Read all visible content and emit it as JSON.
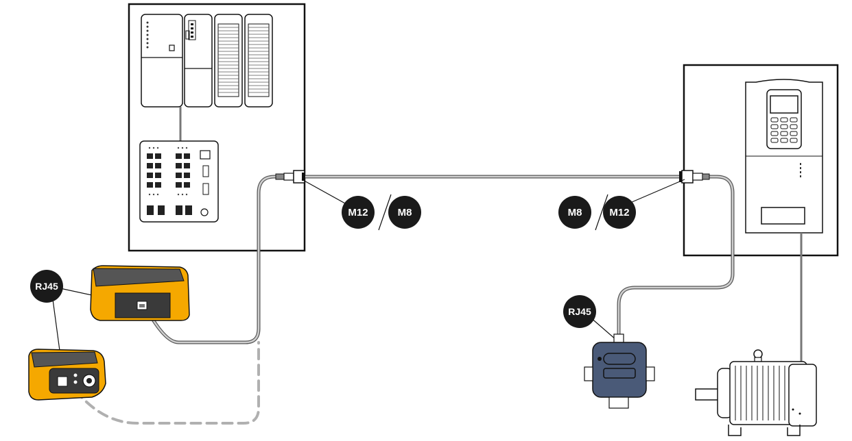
{
  "labels": {
    "left_connector_a": "M12",
    "left_connector_b": "M8",
    "right_connector_a": "M8",
    "right_connector_b": "M12",
    "tester_port_top": "RJ45",
    "adapter_port": "RJ45"
  },
  "colors": {
    "tester_yellow": "#f5a800",
    "tester_dark": "#3a3a3a",
    "adapter_blue": "#4a5a78",
    "cable_gray": "#9a9a9a",
    "badge": "#1a1a1a"
  },
  "icons": [
    "plc-rack-icon",
    "ethernet-switch-icon",
    "motor-drive-icon",
    "motor-icon",
    "network-tester-icon",
    "rj45-adapter-icon"
  ]
}
